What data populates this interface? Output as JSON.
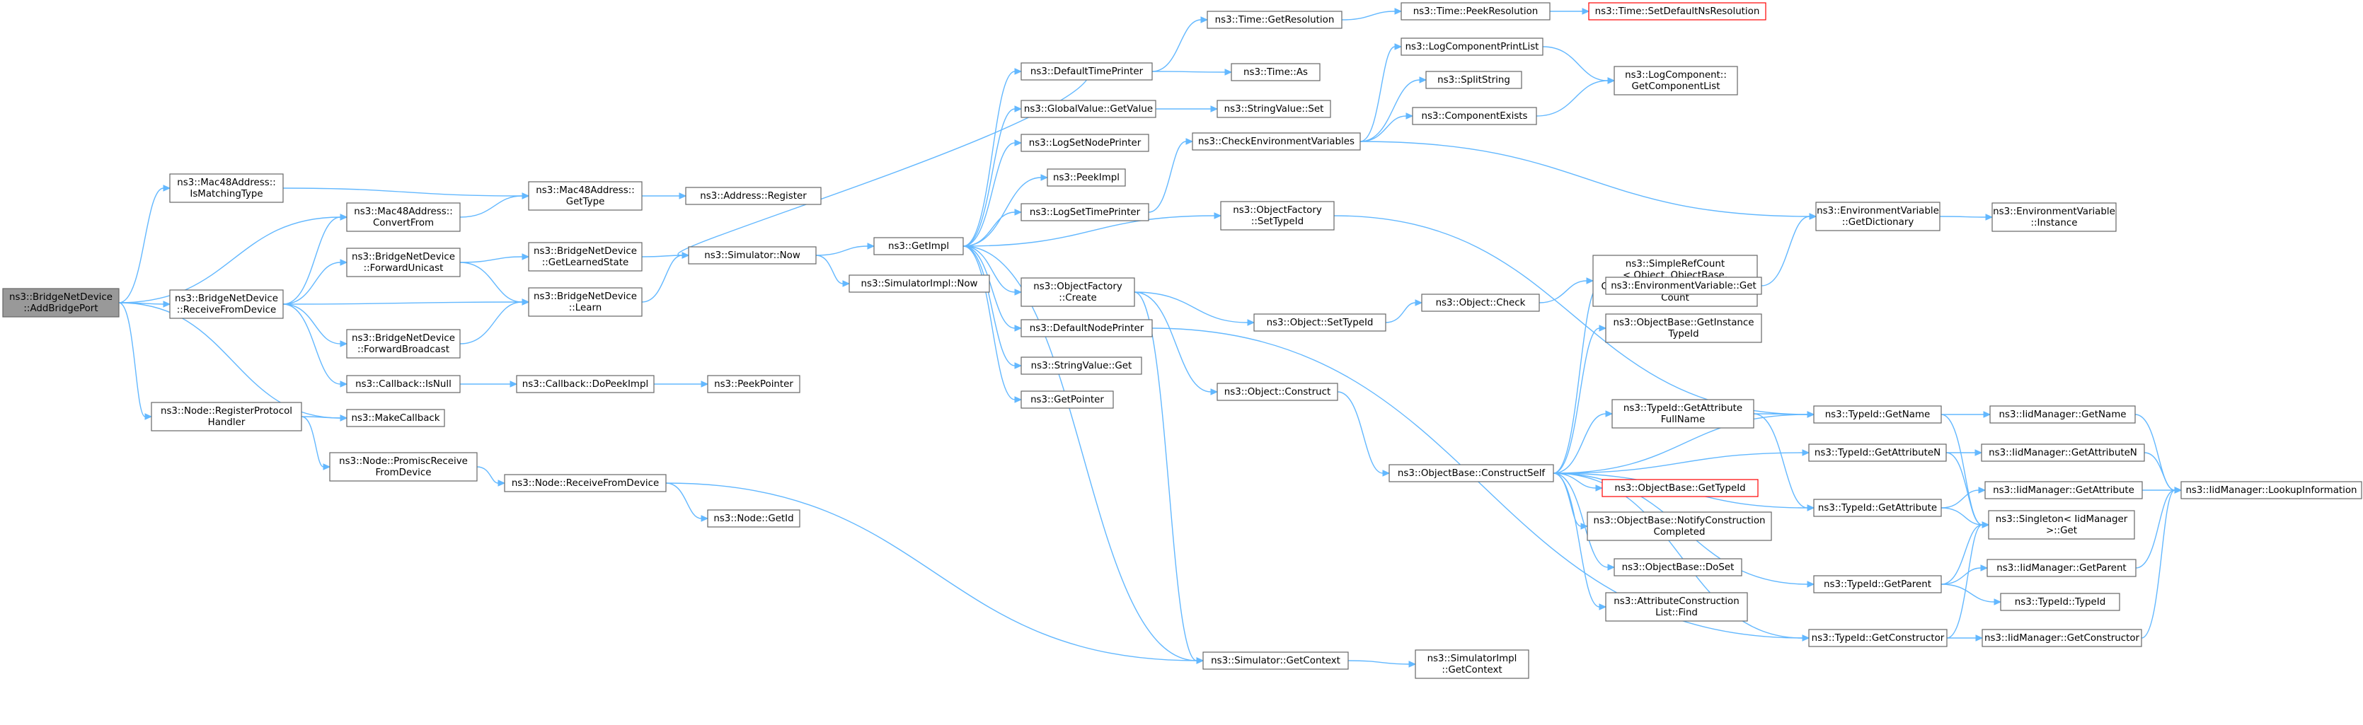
{
  "graph": {
    "nodes": [
      {
        "id": "addBridgePort",
        "lines": [
          "ns3::BridgeNetDevice",
          "::AddBridgePort"
        ],
        "root": true
      },
      {
        "id": "mac48IsMatchingType",
        "lines": [
          "ns3::Mac48Address::",
          "IsMatchingType"
        ]
      },
      {
        "id": "mac48ConvertFrom",
        "lines": [
          "ns3::Mac48Address::",
          "ConvertFrom"
        ]
      },
      {
        "id": "mac48GetType",
        "lines": [
          "ns3::Mac48Address::",
          "GetType"
        ]
      },
      {
        "id": "addressRegister",
        "lines": [
          "ns3::Address::Register"
        ]
      },
      {
        "id": "bridgeReceiveFromDevice",
        "lines": [
          "ns3::BridgeNetDevice",
          "::ReceiveFromDevice"
        ]
      },
      {
        "id": "bridgeForwardUnicast",
        "lines": [
          "ns3::BridgeNetDevice",
          "::ForwardUnicast"
        ]
      },
      {
        "id": "bridgeGetLearnedState",
        "lines": [
          "ns3::BridgeNetDevice",
          "::GetLearnedState"
        ]
      },
      {
        "id": "bridgeLearn",
        "lines": [
          "ns3::BridgeNetDevice",
          "::Learn"
        ]
      },
      {
        "id": "bridgeForwardBroadcast",
        "lines": [
          "ns3::BridgeNetDevice",
          "::ForwardBroadcast"
        ]
      },
      {
        "id": "callbackIsNull",
        "lines": [
          "ns3::Callback::IsNull"
        ]
      },
      {
        "id": "callbackDoPeekImpl",
        "lines": [
          "ns3::Callback::DoPeekImpl"
        ]
      },
      {
        "id": "peekPointer",
        "lines": [
          "ns3::PeekPointer"
        ]
      },
      {
        "id": "nodeRegisterProtocolHandler",
        "lines": [
          "ns3::Node::RegisterProtocol",
          "Handler"
        ]
      },
      {
        "id": "makeCallback",
        "lines": [
          "ns3::MakeCallback"
        ]
      },
      {
        "id": "nodePromiscReceiveFromDevice",
        "lines": [
          "ns3::Node::PromiscReceive",
          "FromDevice"
        ]
      },
      {
        "id": "nodeReceiveFromDevice",
        "lines": [
          "ns3::Node::ReceiveFromDevice"
        ]
      },
      {
        "id": "nodeGetId",
        "lines": [
          "ns3::Node::GetId"
        ]
      },
      {
        "id": "simulatorNow",
        "lines": [
          "ns3::Simulator::Now"
        ]
      },
      {
        "id": "simulatorImplNow",
        "lines": [
          "ns3::SimulatorImpl::Now"
        ]
      },
      {
        "id": "getImpl",
        "lines": [
          "ns3::GetImpl"
        ]
      },
      {
        "id": "defaultTimePrinter",
        "lines": [
          "ns3::DefaultTimePrinter"
        ]
      },
      {
        "id": "timeGetResolution",
        "lines": [
          "ns3::Time::GetResolution"
        ]
      },
      {
        "id": "timePeekResolution",
        "lines": [
          "ns3::Time::PeekResolution"
        ]
      },
      {
        "id": "timeSetDefaultNsResolution",
        "lines": [
          "ns3::Time::SetDefaultNsResolution"
        ],
        "truncated": true
      },
      {
        "id": "timeAs",
        "lines": [
          "ns3::Time::As"
        ]
      },
      {
        "id": "globalValueGetValue",
        "lines": [
          "ns3::GlobalValue::GetValue"
        ]
      },
      {
        "id": "stringValueSet",
        "lines": [
          "ns3::StringValue::Set"
        ]
      },
      {
        "id": "logSetNodePrinter",
        "lines": [
          "ns3::LogSetNodePrinter"
        ]
      },
      {
        "id": "peekImpl",
        "lines": [
          "ns3::PeekImpl"
        ]
      },
      {
        "id": "logSetTimePrinter",
        "lines": [
          "ns3::LogSetTimePrinter"
        ]
      },
      {
        "id": "checkEnvironmentVariables",
        "lines": [
          "ns3::CheckEnvironmentVariables"
        ]
      },
      {
        "id": "logComponentPrintList",
        "lines": [
          "ns3::LogComponentPrintList"
        ]
      },
      {
        "id": "splitString",
        "lines": [
          "ns3::SplitString"
        ]
      },
      {
        "id": "componentExists",
        "lines": [
          "ns3::ComponentExists"
        ]
      },
      {
        "id": "logComponentGetComponentList",
        "lines": [
          "ns3::LogComponent::",
          "GetComponentList"
        ]
      },
      {
        "id": "objectFactorySetTypeId",
        "lines": [
          "ns3::ObjectFactory",
          "::SetTypeId"
        ]
      },
      {
        "id": "objectFactoryCreate",
        "lines": [
          "ns3::ObjectFactory",
          "::Create"
        ]
      },
      {
        "id": "objectSetTypeId",
        "lines": [
          "ns3::Object::SetTypeId"
        ]
      },
      {
        "id": "objectCheck",
        "lines": [
          "ns3::Object::Check"
        ]
      },
      {
        "id": "simpleRefCountGetReferenceCount",
        "lines": [
          "ns3::SimpleRefCount",
          "< Object, ObjectBase,",
          " ObjectDeleter >::GetReference",
          "Count"
        ]
      },
      {
        "id": "defaultNodePrinter",
        "lines": [
          "ns3::DefaultNodePrinter"
        ]
      },
      {
        "id": "stringValueGet",
        "lines": [
          "ns3::StringValue::Get"
        ]
      },
      {
        "id": "getPointer",
        "lines": [
          "ns3::GetPointer"
        ]
      },
      {
        "id": "objectConstruct",
        "lines": [
          "ns3::Object::Construct"
        ]
      },
      {
        "id": "simulatorGetContext",
        "lines": [
          "ns3::Simulator::GetContext"
        ]
      },
      {
        "id": "simulatorImplGetContext",
        "lines": [
          "ns3::SimulatorImpl",
          "::GetContext"
        ]
      },
      {
        "id": "objectBaseConstructSelf",
        "lines": [
          "ns3::ObjectBase::ConstructSelf"
        ]
      },
      {
        "id": "environmentVariableGet",
        "lines": [
          "ns3::EnvironmentVariable::Get"
        ]
      },
      {
        "id": "objectBaseGetInstanceTypeId",
        "lines": [
          "ns3::ObjectBase::GetInstance",
          "TypeId"
        ]
      },
      {
        "id": "typeIdGetAttributeFullName",
        "lines": [
          "ns3::TypeId::GetAttribute",
          "FullName"
        ]
      },
      {
        "id": "objectBaseGetTypeId",
        "lines": [
          "ns3::ObjectBase::GetTypeId"
        ],
        "truncated": true
      },
      {
        "id": "objectBaseNotifyConstructionCompleted",
        "lines": [
          "ns3::ObjectBase::NotifyConstruction",
          "Completed"
        ]
      },
      {
        "id": "objectBaseDoSet",
        "lines": [
          "ns3::ObjectBase::DoSet"
        ]
      },
      {
        "id": "attributeConstructionListFind",
        "lines": [
          "ns3::AttributeConstruction",
          "List::Find"
        ]
      },
      {
        "id": "environmentVariableGetDictionary",
        "lines": [
          "ns3::EnvironmentVariable",
          "::GetDictionary"
        ]
      },
      {
        "id": "environmentVariableInstance",
        "lines": [
          "ns3::EnvironmentVariable",
          "::Instance"
        ]
      },
      {
        "id": "typeIdGetName",
        "lines": [
          "ns3::TypeId::GetName"
        ]
      },
      {
        "id": "typeIdGetAttributeN",
        "lines": [
          "ns3::TypeId::GetAttributeN"
        ]
      },
      {
        "id": "typeIdGetAttribute",
        "lines": [
          "ns3::TypeId::GetAttribute"
        ]
      },
      {
        "id": "typeIdGetParent",
        "lines": [
          "ns3::TypeId::GetParent"
        ]
      },
      {
        "id": "typeIdGetConstructor",
        "lines": [
          "ns3::TypeId::GetConstructor"
        ]
      },
      {
        "id": "iidManagerGetName",
        "lines": [
          "ns3::IidManager::GetName"
        ]
      },
      {
        "id": "iidManagerGetAttributeN",
        "lines": [
          "ns3::IidManager::GetAttributeN"
        ]
      },
      {
        "id": "iidManagerGetAttribute",
        "lines": [
          "ns3::IidManager::GetAttribute"
        ]
      },
      {
        "id": "singletonIidManagerGet",
        "lines": [
          "ns3::Singleton< IidManager",
          " >::Get"
        ]
      },
      {
        "id": "iidManagerGetParent",
        "lines": [
          "ns3::IidManager::GetParent"
        ]
      },
      {
        "id": "typeIdTypeId",
        "lines": [
          "ns3::TypeId::TypeId"
        ]
      },
      {
        "id": "iidManagerGetConstructor",
        "lines": [
          "ns3::IidManager::GetConstructor"
        ]
      },
      {
        "id": "iidManagerLookupInformation",
        "lines": [
          "ns3::IidManager::LookupInformation"
        ]
      }
    ],
    "edges": [
      [
        "addBridgePort",
        "mac48IsMatchingType"
      ],
      [
        "addBridgePort",
        "mac48ConvertFrom"
      ],
      [
        "addBridgePort",
        "bridgeReceiveFromDevice"
      ],
      [
        "addBridgePort",
        "nodeRegisterProtocolHandler"
      ],
      [
        "addBridgePort",
        "makeCallback"
      ],
      [
        "mac48IsMatchingType",
        "mac48GetType"
      ],
      [
        "mac48ConvertFrom",
        "mac48GetType"
      ],
      [
        "mac48GetType",
        "addressRegister"
      ],
      [
        "bridgeReceiveFromDevice",
        "mac48ConvertFrom"
      ],
      [
        "bridgeReceiveFromDevice",
        "bridgeForwardUnicast"
      ],
      [
        "bridgeReceiveFromDevice",
        "bridgeLearn"
      ],
      [
        "bridgeReceiveFromDevice",
        "bridgeForwardBroadcast"
      ],
      [
        "bridgeReceiveFromDevice",
        "callbackIsNull"
      ],
      [
        "bridgeForwardUnicast",
        "bridgeGetLearnedState"
      ],
      [
        "bridgeForwardUnicast",
        "bridgeLearn"
      ],
      [
        "bridgeForwardBroadcast",
        "bridgeLearn"
      ],
      [
        "bridgeGetLearnedState",
        "simulatorNow"
      ],
      [
        "bridgeLearn",
        "simulatorNow"
      ],
      [
        "callbackIsNull",
        "callbackDoPeekImpl"
      ],
      [
        "callbackDoPeekImpl",
        "peekPointer"
      ],
      [
        "nodeRegisterProtocolHandler",
        "makeCallback"
      ],
      [
        "nodeRegisterProtocolHandler",
        "nodePromiscReceiveFromDevice"
      ],
      [
        "nodePromiscReceiveFromDevice",
        "nodeReceiveFromDevice"
      ],
      [
        "nodeReceiveFromDevice",
        "nodeGetId"
      ],
      [
        "nodeReceiveFromDevice",
        "simulatorGetContext"
      ],
      [
        "simulatorNow",
        "getImpl"
      ],
      [
        "simulatorNow",
        "simulatorImplNow"
      ],
      [
        "defaultTimePrinter",
        "simulatorNow"
      ],
      [
        "getImpl",
        "defaultTimePrinter"
      ],
      [
        "getImpl",
        "globalValueGetValue"
      ],
      [
        "getImpl",
        "logSetNodePrinter"
      ],
      [
        "getImpl",
        "peekImpl"
      ],
      [
        "getImpl",
        "logSetTimePrinter"
      ],
      [
        "getImpl",
        "objectFactorySetTypeId"
      ],
      [
        "getImpl",
        "objectFactoryCreate"
      ],
      [
        "getImpl",
        "defaultNodePrinter"
      ],
      [
        "getImpl",
        "stringValueGet"
      ],
      [
        "getImpl",
        "getPointer"
      ],
      [
        "getImpl",
        "simulatorGetContext"
      ],
      [
        "defaultTimePrinter",
        "timeGetResolution"
      ],
      [
        "defaultTimePrinter",
        "timeAs"
      ],
      [
        "timeGetResolution",
        "timePeekResolution"
      ],
      [
        "timePeekResolution",
        "timeSetDefaultNsResolution"
      ],
      [
        "globalValueGetValue",
        "stringValueSet"
      ],
      [
        "logSetTimePrinter",
        "checkEnvironmentVariables"
      ],
      [
        "checkEnvironmentVariables",
        "logComponentPrintList"
      ],
      [
        "checkEnvironmentVariables",
        "splitString"
      ],
      [
        "checkEnvironmentVariables",
        "componentExists"
      ],
      [
        "checkEnvironmentVariables",
        "environmentVariableGetDictionary"
      ],
      [
        "logComponentPrintList",
        "logComponentGetComponentList"
      ],
      [
        "componentExists",
        "logComponentGetComponentList"
      ],
      [
        "objectFactorySetTypeId",
        "typeIdGetName"
      ],
      [
        "objectFactoryCreate",
        "objectSetTypeId"
      ],
      [
        "objectFactoryCreate",
        "objectConstruct"
      ],
      [
        "objectFactoryCreate",
        "simulatorGetContext"
      ],
      [
        "objectSetTypeId",
        "objectCheck"
      ],
      [
        "objectCheck",
        "simpleRefCountGetReferenceCount"
      ],
      [
        "defaultNodePrinter",
        "typeIdGetConstructor"
      ],
      [
        "simulatorGetContext",
        "simulatorImplGetContext"
      ],
      [
        "objectConstruct",
        "objectBaseConstructSelf"
      ],
      [
        "objectBaseConstructSelf",
        "environmentVariableGet"
      ],
      [
        "objectBaseConstructSelf",
        "objectBaseGetInstanceTypeId"
      ],
      [
        "objectBaseConstructSelf",
        "typeIdGetName"
      ],
      [
        "objectBaseConstructSelf",
        "typeIdGetAttributeFullName"
      ],
      [
        "objectBaseConstructSelf",
        "typeIdGetAttributeN"
      ],
      [
        "objectBaseConstructSelf",
        "objectBaseGetTypeId"
      ],
      [
        "objectBaseConstructSelf",
        "objectBaseNotifyConstructionCompleted"
      ],
      [
        "objectBaseConstructSelf",
        "objectBaseDoSet"
      ],
      [
        "objectBaseConstructSelf",
        "attributeConstructionListFind"
      ],
      [
        "objectBaseConstructSelf",
        "typeIdGetAttribute"
      ],
      [
        "objectBaseConstructSelf",
        "typeIdGetParent"
      ],
      [
        "objectBaseConstructSelf",
        "typeIdGetConstructor"
      ],
      [
        "environmentVariableGet",
        "environmentVariableGetDictionary"
      ],
      [
        "environmentVariableGetDictionary",
        "environmentVariableInstance"
      ],
      [
        "typeIdGetAttributeFullName",
        "typeIdGetName"
      ],
      [
        "typeIdGetAttributeFullName",
        "typeIdGetAttribute"
      ],
      [
        "typeIdGetName",
        "iidManagerGetName"
      ],
      [
        "typeIdGetName",
        "singletonIidManagerGet"
      ],
      [
        "typeIdGetAttributeN",
        "iidManagerGetAttributeN"
      ],
      [
        "typeIdGetAttributeN",
        "singletonIidManagerGet"
      ],
      [
        "typeIdGetAttribute",
        "iidManagerGetAttribute"
      ],
      [
        "typeIdGetAttribute",
        "singletonIidManagerGet"
      ],
      [
        "typeIdGetParent",
        "iidManagerGetParent"
      ],
      [
        "typeIdGetParent",
        "singletonIidManagerGet"
      ],
      [
        "typeIdGetParent",
        "typeIdTypeId"
      ],
      [
        "typeIdGetConstructor",
        "iidManagerGetConstructor"
      ],
      [
        "typeIdGetConstructor",
        "singletonIidManagerGet"
      ],
      [
        "iidManagerGetName",
        "iidManagerLookupInformation"
      ],
      [
        "iidManagerGetAttributeN",
        "iidManagerLookupInformation"
      ],
      [
        "iidManagerGetAttribute",
        "iidManagerLookupInformation"
      ],
      [
        "iidManagerGetParent",
        "iidManagerLookupInformation"
      ],
      [
        "iidManagerGetConstructor",
        "iidManagerLookupInformation"
      ]
    ],
    "colors": {
      "edge": "#63b8ff",
      "node_border": "#666666",
      "root_fill": "#999999",
      "truncated_border": "#ff0000"
    }
  }
}
